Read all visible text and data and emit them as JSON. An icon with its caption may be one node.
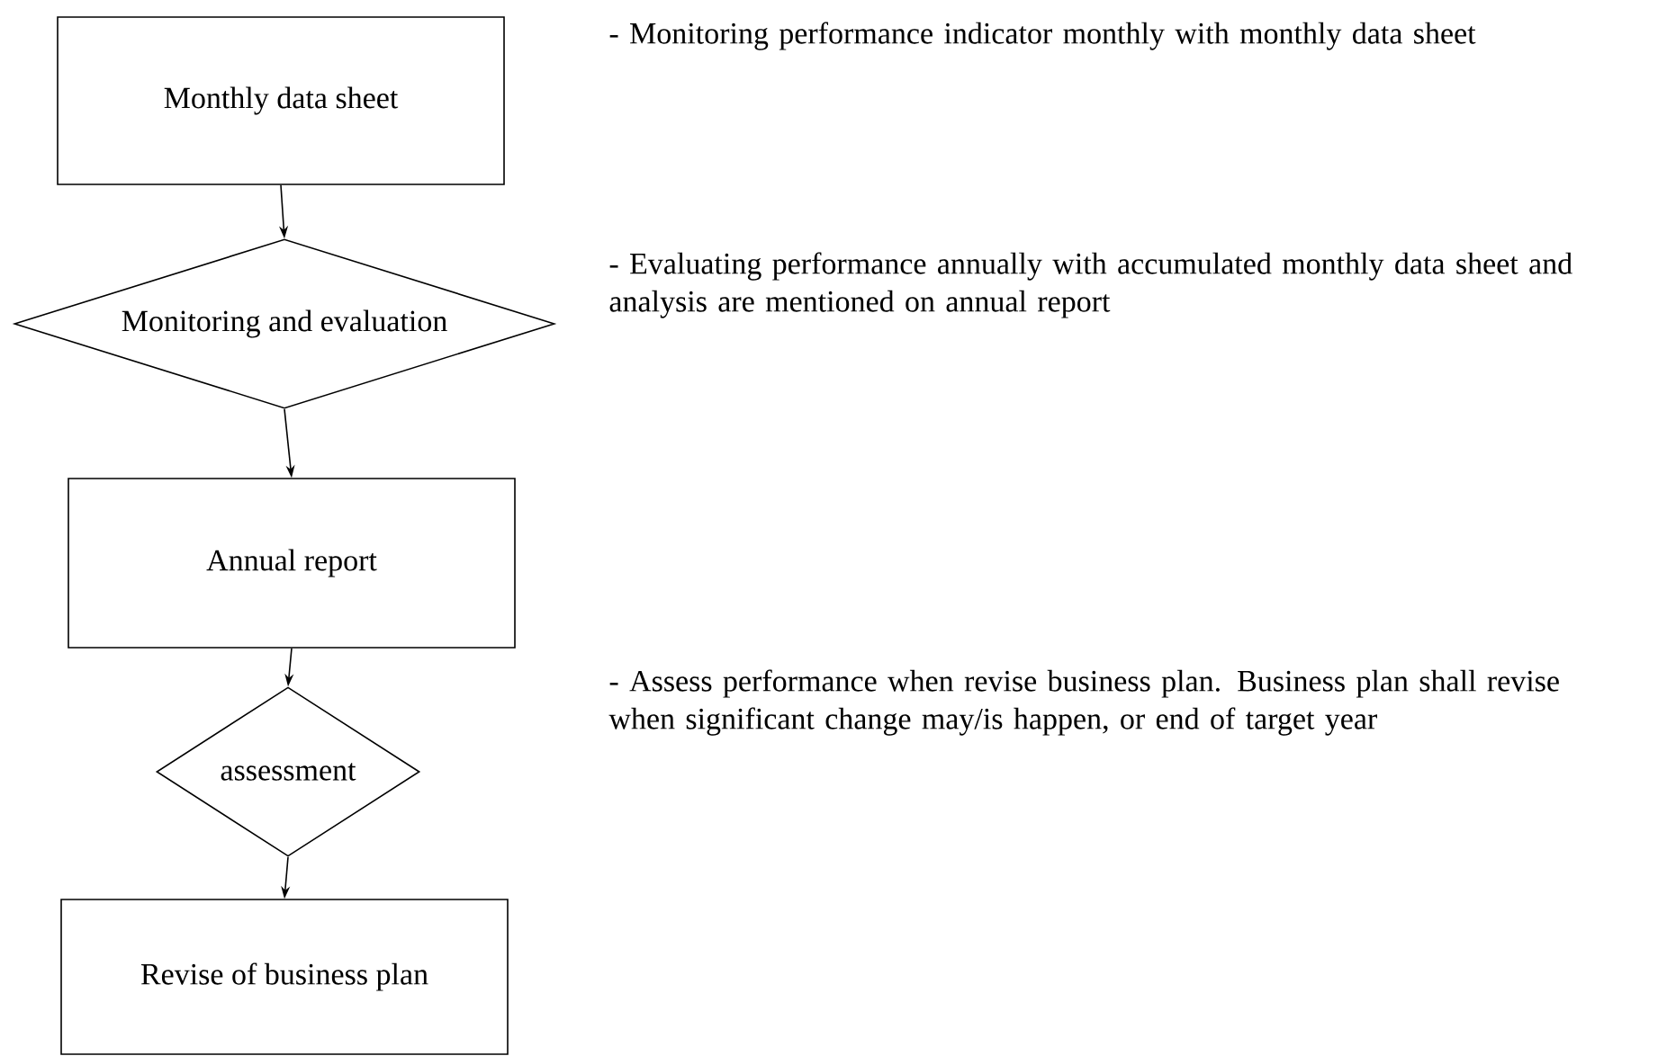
{
  "diagram": {
    "nodes": [
      {
        "text": [
          "Monthly data sheet"
        ]
      },
      {
        "text": [
          "Monitoring and evaluation"
        ]
      },
      {
        "text": [
          "Annual report"
        ]
      },
      {
        "text": [
          "assessment"
        ]
      },
      {
        "text": [
          "Revise of business plan"
        ]
      }
    ],
    "edges": [
      {
        "from": 0,
        "to": 1,
        "arrow": "to"
      },
      {
        "from": 1,
        "to": 2,
        "arrow": "to"
      },
      {
        "from": 2,
        "to": 3,
        "arrow": "to"
      },
      {
        "from": 3,
        "to": 4,
        "arrow": "to"
      }
    ],
    "labels": [
      "- Monitoring performance indicator monthly with monthly data sheet",
      "- Evaluating performance annually with accumulated monthly data sheet and analysis are mentioned on annual report",
      "- Assess performance when revise business plan. Business plan shall revise when significant change may/is happen, or end of target year"
    ]
  }
}
